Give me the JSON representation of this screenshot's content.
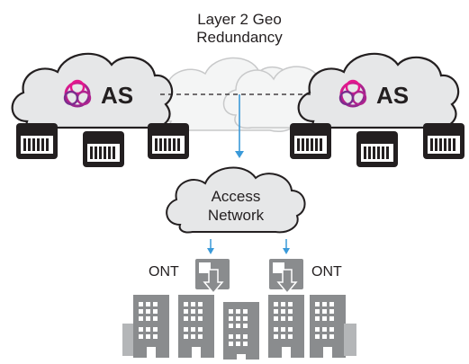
{
  "title": {
    "line1": "Layer 2 Geo",
    "line2": "Redundancy"
  },
  "left_cloud": {
    "label": "AS",
    "logo": "ring-logo"
  },
  "right_cloud": {
    "label": "AS",
    "logo": "ring-logo"
  },
  "access_network": {
    "line1": "Access",
    "line2": "Network"
  },
  "ont_left": {
    "label": "ONT"
  },
  "ont_right": {
    "label": "ONT"
  },
  "colors": {
    "outline": "#231f20",
    "cloud_fill": "#e6e7e8",
    "faded_cloud_fill": "#f4f5f5",
    "faded_cloud_stroke": "#c8c9ca",
    "arrow": "#3a9ad9",
    "building": "#8a8c8e",
    "building_window": "#ffffff",
    "logo_pink": "#e5178d",
    "logo_purple": "#7b2d8e",
    "text": "#231f20"
  },
  "icons": [
    "ring-logo",
    "server-icon",
    "ont-icon",
    "building-icon",
    "arrow-down"
  ]
}
